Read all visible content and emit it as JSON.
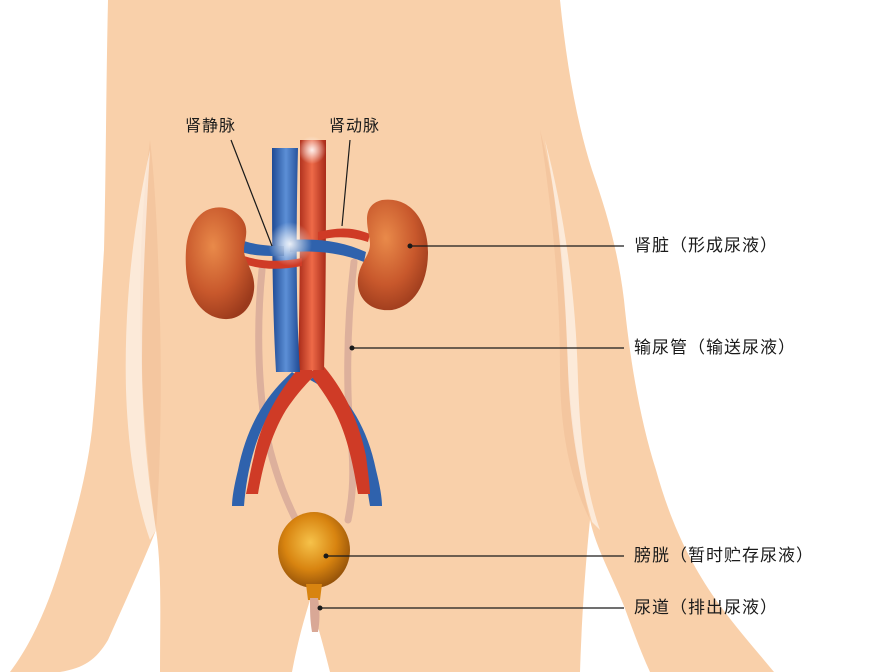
{
  "labels": {
    "renal_vein": "肾静脉",
    "renal_artery": "肾动脉",
    "kidney": "肾脏（形成尿液）",
    "ureter": "输尿管（输送尿液）",
    "bladder": "膀胱（暂时贮存尿液）",
    "urethra": "尿道（排出尿液）"
  },
  "colors": {
    "skin": "#f9d0aa",
    "kidney": "#c8582c",
    "vein": "#2f62ad",
    "artery": "#cf3b26",
    "ureter": "#ddb09c",
    "bladder": "#e08a12",
    "leader_line": "#1a1a1a"
  }
}
